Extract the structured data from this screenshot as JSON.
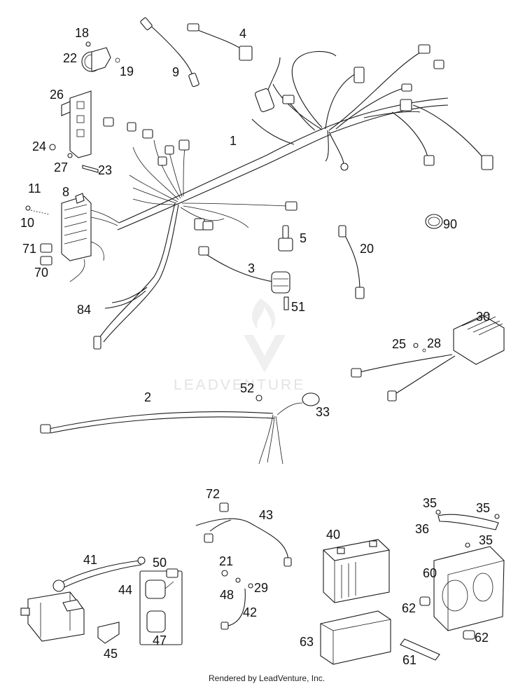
{
  "watermark": {
    "text": "LEADVENTURE"
  },
  "footer": {
    "text": "Rendered by LeadVenture, Inc."
  },
  "callouts": [
    {
      "id": "c18",
      "text": "18"
    },
    {
      "id": "c22",
      "text": "22"
    },
    {
      "id": "c19",
      "text": "19"
    },
    {
      "id": "c9",
      "text": "9"
    },
    {
      "id": "c4",
      "text": "4"
    },
    {
      "id": "c26",
      "text": "26"
    },
    {
      "id": "c1",
      "text": "1"
    },
    {
      "id": "c24",
      "text": "24"
    },
    {
      "id": "c27",
      "text": "27"
    },
    {
      "id": "c23",
      "text": "23"
    },
    {
      "id": "c11",
      "text": "11"
    },
    {
      "id": "c8",
      "text": "8"
    },
    {
      "id": "c10",
      "text": "10"
    },
    {
      "id": "c90",
      "text": "90"
    },
    {
      "id": "c5",
      "text": "5"
    },
    {
      "id": "c71",
      "text": "71"
    },
    {
      "id": "c70",
      "text": "70"
    },
    {
      "id": "c20",
      "text": "20"
    },
    {
      "id": "c3",
      "text": "3"
    },
    {
      "id": "c84",
      "text": "84"
    },
    {
      "id": "c51",
      "text": "51"
    },
    {
      "id": "c30",
      "text": "30"
    },
    {
      "id": "c25",
      "text": "25"
    },
    {
      "id": "c28",
      "text": "28"
    },
    {
      "id": "c2",
      "text": "2"
    },
    {
      "id": "c52",
      "text": "52"
    },
    {
      "id": "c33",
      "text": "33"
    },
    {
      "id": "c72",
      "text": "72"
    },
    {
      "id": "c43",
      "text": "43"
    },
    {
      "id": "c35a",
      "text": "35"
    },
    {
      "id": "c35b",
      "text": "35"
    },
    {
      "id": "c36",
      "text": "36"
    },
    {
      "id": "c40",
      "text": "40"
    },
    {
      "id": "c35c",
      "text": "35"
    },
    {
      "id": "c41",
      "text": "41"
    },
    {
      "id": "c50",
      "text": "50"
    },
    {
      "id": "c21",
      "text": "21"
    },
    {
      "id": "c44",
      "text": "44"
    },
    {
      "id": "c29",
      "text": "29"
    },
    {
      "id": "c48",
      "text": "48"
    },
    {
      "id": "c60",
      "text": "60"
    },
    {
      "id": "c42",
      "text": "42"
    },
    {
      "id": "c62a",
      "text": "62"
    },
    {
      "id": "c47",
      "text": "47"
    },
    {
      "id": "c45",
      "text": "45"
    },
    {
      "id": "c63",
      "text": "63"
    },
    {
      "id": "c62b",
      "text": "62"
    },
    {
      "id": "c61",
      "text": "61"
    }
  ]
}
